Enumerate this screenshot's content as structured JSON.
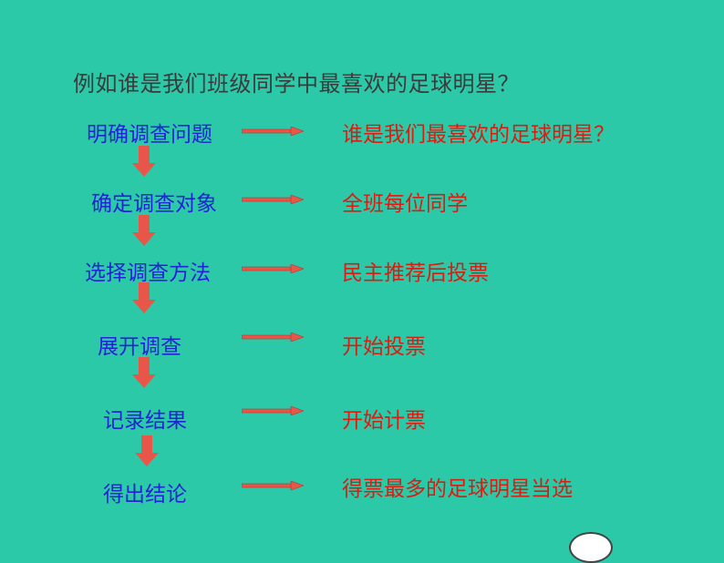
{
  "title": "例如谁是我们班级同学中最喜欢的足球明星？",
  "steps": [
    {
      "label": "明确调查问题",
      "result": "谁是我们最喜欢的足球明星？"
    },
    {
      "label": "确定调查对象",
      "result": "全班每位同学"
    },
    {
      "label": "选择调查方法",
      "result": "民主推荐后投票"
    },
    {
      "label": "展开调查",
      "result": "开始投票"
    },
    {
      "label": "记录结果",
      "result": "开始计票"
    },
    {
      "label": "得出结论",
      "result": "得票最多的足球明星当选"
    }
  ],
  "colors": {
    "background": "#2cc9a9",
    "step_text": "#2222d6",
    "result_text": "#d91d12",
    "arrow": "#e8564a",
    "title_text": "#3b3b3b"
  }
}
